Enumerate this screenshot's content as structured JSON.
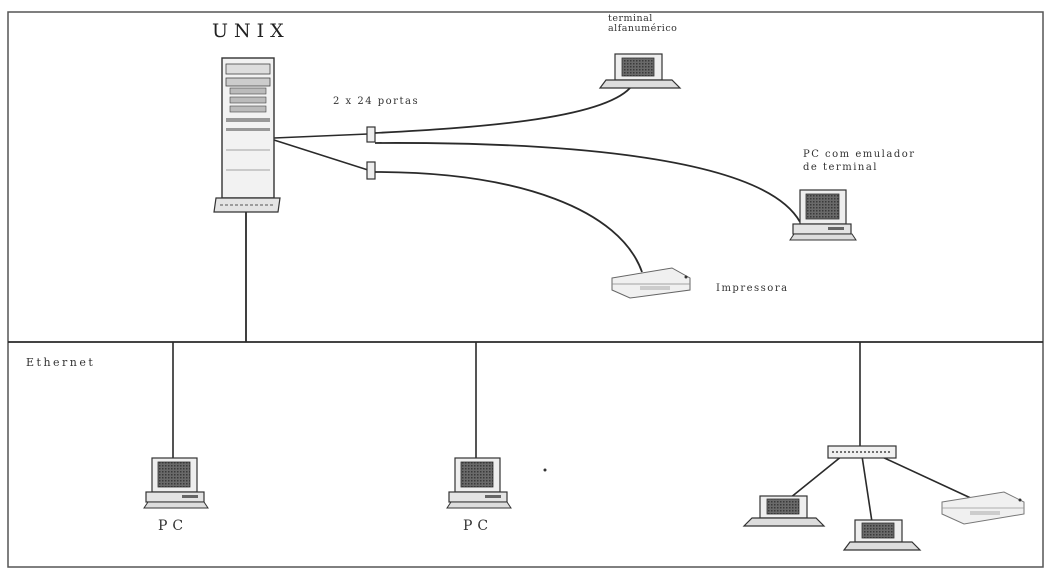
{
  "labels": {
    "unix": "UNIX",
    "ports": "2 x 24 portas",
    "terminal": "terminal\nalfanumérico",
    "pc_emulator": "PC com emulador\nde terminal",
    "printer": "Impressora",
    "ethernet": "Ethernet",
    "pc_left": "PC",
    "pc_middle": "PC"
  },
  "colors": {
    "line": "#2a2a2a",
    "device_fill": "#e8e8e8",
    "screen": "#555555"
  }
}
